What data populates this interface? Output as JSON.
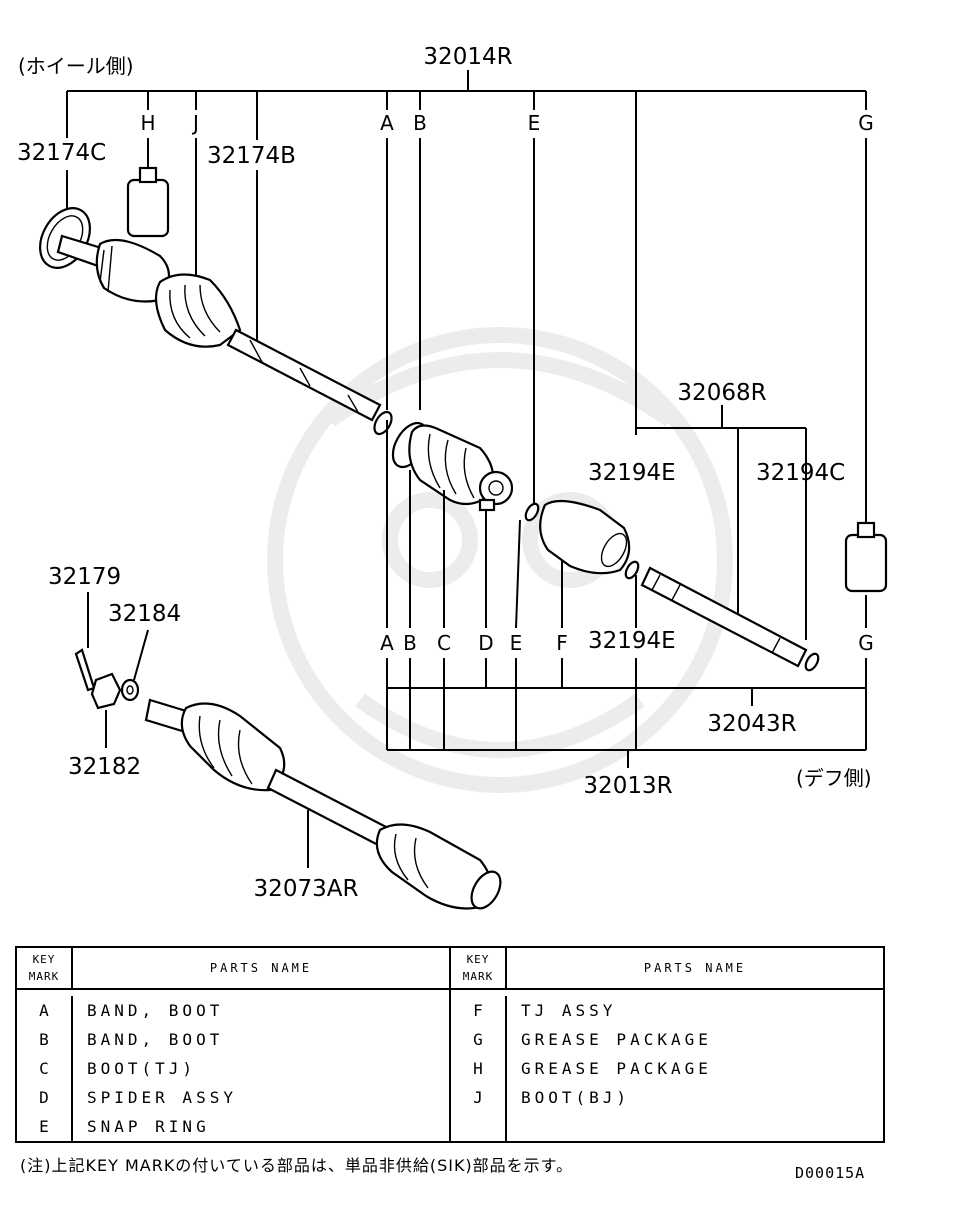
{
  "diagram": {
    "side_labels": {
      "wheel_side": "(ホイール側)",
      "diff_side": "(デフ側)"
    },
    "part_numbers": {
      "p32014R": "32014R",
      "p32174C": "32174C",
      "p32174B": "32174B",
      "p32068R": "32068R",
      "p32194E_a": "32194E",
      "p32194C": "32194C",
      "p32194E_b": "32194E",
      "p32179": "32179",
      "p32184": "32184",
      "p32182": "32182",
      "p32043R": "32043R",
      "p32013R": "32013R",
      "p32073AR": "32073AR"
    },
    "key_top": {
      "H": "H",
      "J": "J",
      "A": "A",
      "B": "B",
      "E": "E",
      "G": "G"
    },
    "key_bottom": {
      "A": "A",
      "B": "B",
      "C": "C",
      "D": "D",
      "E": "E",
      "F": "F",
      "G": "G"
    }
  },
  "legend": {
    "key_header": [
      "KEY",
      "MARK"
    ],
    "name_header": "PARTS NAME",
    "left": [
      {
        "key": "A",
        "name": "BAND, BOOT"
      },
      {
        "key": "B",
        "name": "BAND, BOOT"
      },
      {
        "key": "C",
        "name": "BOOT(TJ)"
      },
      {
        "key": "D",
        "name": "SPIDER ASSY"
      },
      {
        "key": "E",
        "name": "SNAP RING"
      }
    ],
    "right": [
      {
        "key": "F",
        "name": "TJ ASSY"
      },
      {
        "key": "G",
        "name": "GREASE PACKAGE"
      },
      {
        "key": "H",
        "name": "GREASE PACKAGE"
      },
      {
        "key": "J",
        "name": "BOOT(BJ)"
      }
    ]
  },
  "note": "(注)上記KEY MARKの付いている部品は、単品非供給(SIK)部品を示す。",
  "figure_code": "D00015A"
}
